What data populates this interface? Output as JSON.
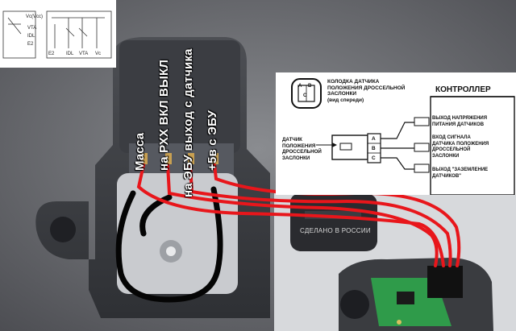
{
  "mini_schematic": {
    "pins": [
      "Vc(Vcc)",
      "VTA",
      "IDL",
      "E2"
    ],
    "bottom": [
      "E2",
      "IDL",
      "VTA",
      "Vc"
    ]
  },
  "wire_labels": [
    "Масса",
    "на РХХ ВКЛ ВЫКЛ",
    "на ЭБУ выход с датчика",
    "+5в с ЭБУ"
  ],
  "diagram": {
    "connector_caption": "КОЛОДКА ДАТЧИКА\nПОЛОЖЕНИЯ ДРОССЕЛЬНОЙ\nЗАСЛОНКИ\n(вид спереди)",
    "connector_pins": [
      "A",
      "B",
      "C"
    ],
    "controller_title": "КОНТРОЛЛЕР",
    "sensor_caption": "ДАТЧИК\nПОЛОЖЕНИЯ\nДРОССЕЛЬНОЙ\nЗАСЛОНКИ",
    "sensor_pins": [
      "A",
      "B",
      "C"
    ],
    "controller_outputs": [
      "ВЫХОД НАПРЯЖЕНИЯ\nПИТАНИЯ ДАТЧИКОВ",
      "ВХОД СИГНАЛА\nДАТЧИКА ПОЛОЖЕНИЯ\nДРОССЕЛЬНОЙ\nЗАСЛОНКИ",
      "ВЫХОД \"ЗАЗЕМЛЕНИЕ\nДАТЧИКОВ\""
    ]
  },
  "stamp": "СДЕЛАНО В РОССИИ",
  "colors": {
    "wire": "#e8161b",
    "marker": "#000000",
    "board": "#2f9b4a"
  }
}
